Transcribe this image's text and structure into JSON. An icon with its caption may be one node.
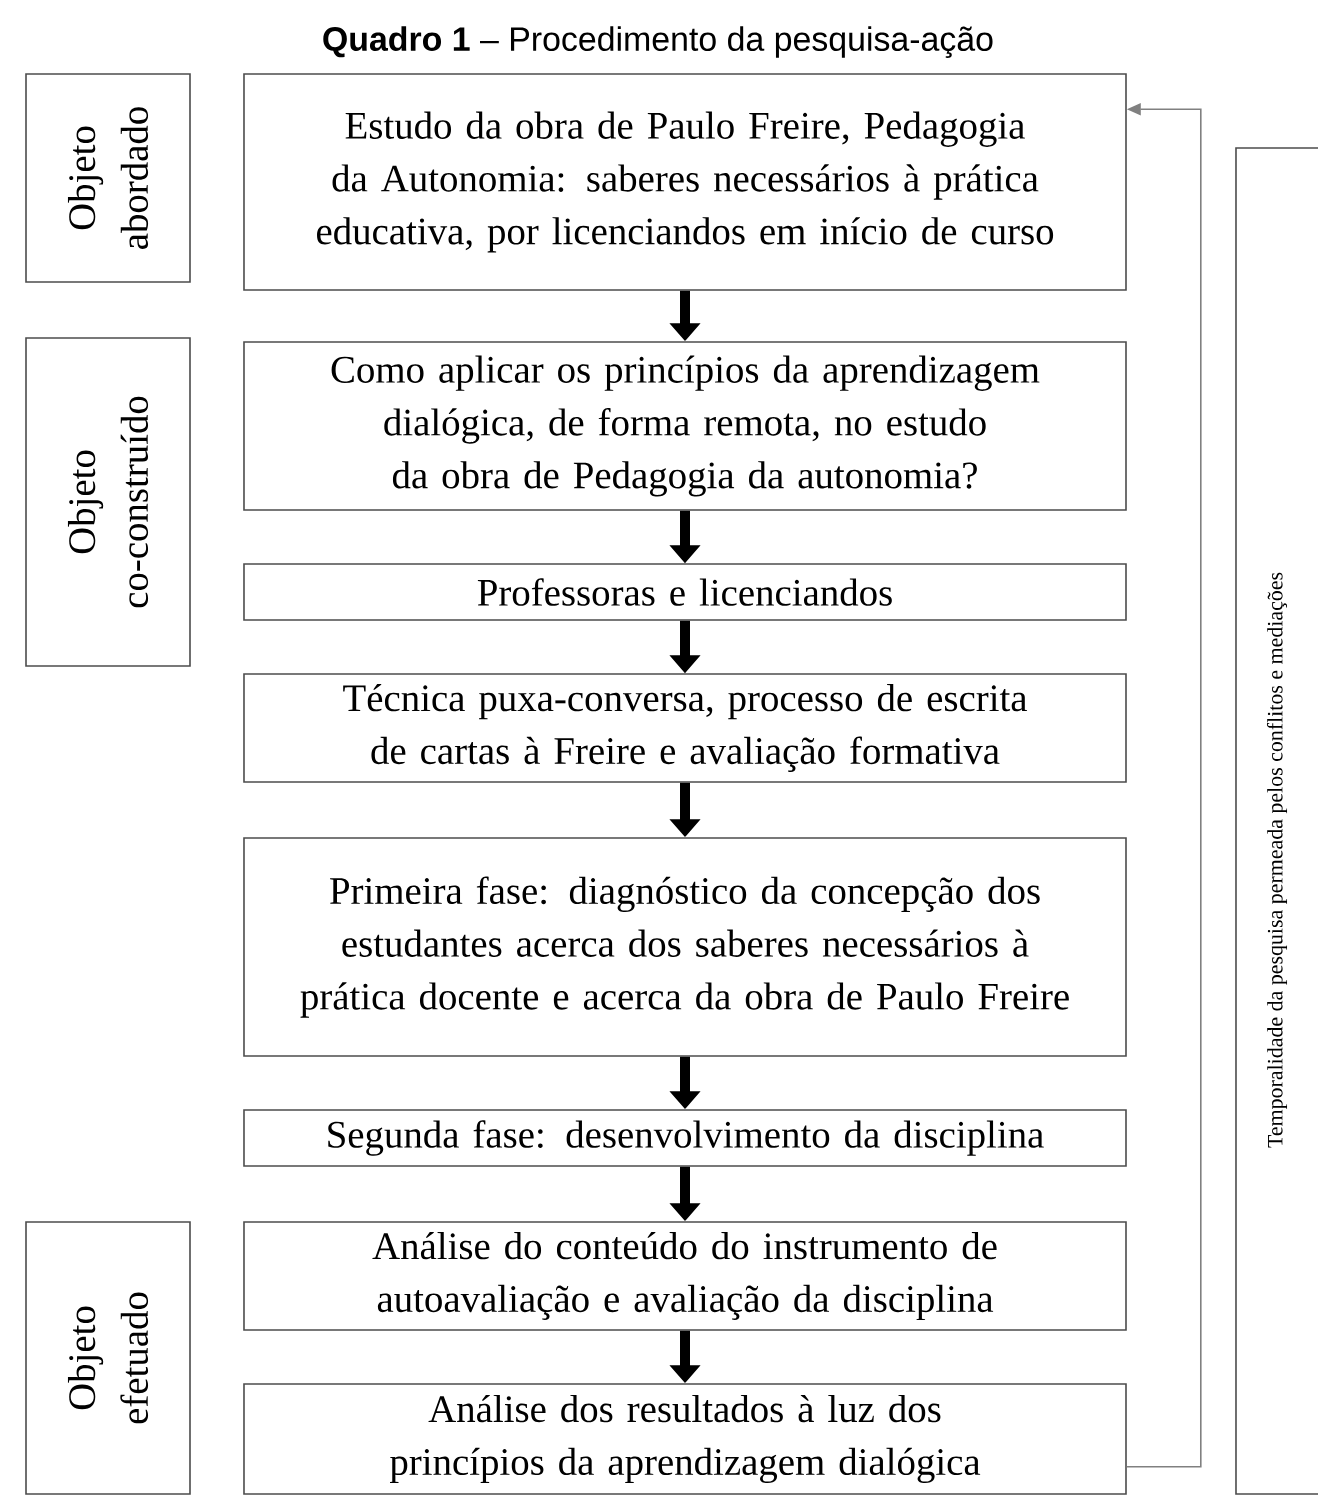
{
  "diagram": {
    "title": "**Quadro 1** – Procedimento da pesquisa-ação",
    "nodes": [
      {
        "text": [
          "Objeto abordado"
        ]
      },
      {
        "text": [
          "Objeto co-construído"
        ]
      },
      {
        "text": [
          "Objeto efetuado"
        ]
      },
      {
        "text": [
          "Estudo da obra de Paulo Freire, Pedagogia da Autonomia: saberes necessários à prática educativa, por licenciandos em início de curso"
        ]
      },
      {
        "text": [
          "Como aplicar os princípios da aprendizagem dialógica, de forma remota, no estudo da obra de Pedagogia da autonomia?"
        ]
      },
      {
        "text": [
          "Professoras e licenciandos"
        ]
      },
      {
        "text": [
          "Técnica puxa-conversa, processo de escrita de cartas à Freire e avaliação formativa"
        ]
      },
      {
        "text": [
          "Primeira fase: diagnóstico da concepção dos estudantes acerca dos saberes necessários à prática docente e acerca da obra de Paulo Freire"
        ]
      },
      {
        "text": [
          "Segunda fase: desenvolvimento da disciplina"
        ]
      },
      {
        "text": [
          "Análise do conteúdo do instrumento de autoavaliação e avaliação da disciplina"
        ]
      },
      {
        "text": [
          "Análise dos resultados à luz dos princípios da aprendizagem dialógica"
        ]
      },
      {
        "text": [
          "Temporalidade da pesquisa permeada pelos conflitos e mediações"
        ]
      }
    ],
    "edges": [
      {
        "from": 3,
        "to": 4,
        "arrow": "to"
      },
      {
        "from": 4,
        "to": 5,
        "arrow": "to"
      },
      {
        "from": 5,
        "to": 6,
        "arrow": "to"
      },
      {
        "from": 6,
        "to": 7,
        "arrow": "to"
      },
      {
        "from": 7,
        "to": 8,
        "arrow": "to"
      },
      {
        "from": 8,
        "to": 9,
        "arrow": "to"
      },
      {
        "from": 9,
        "to": 10,
        "arrow": "to"
      },
      {
        "from": 10,
        "to": 3,
        "arrow": "to",
        "color": "#808080"
      }
    ]
  }
}
